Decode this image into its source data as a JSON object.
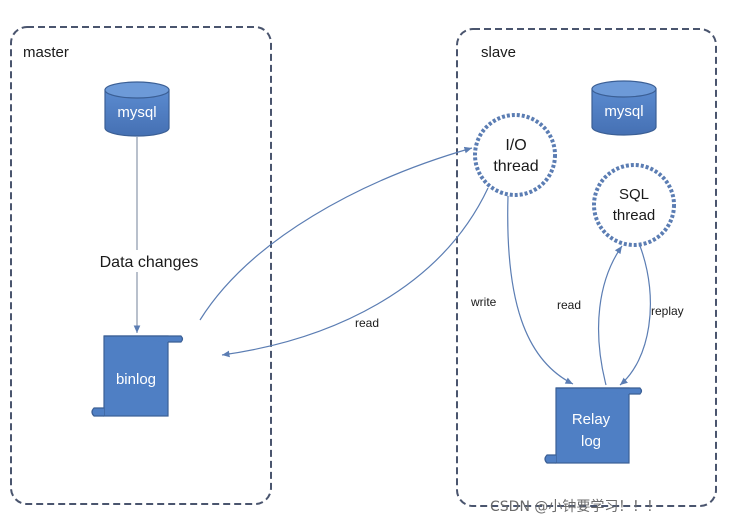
{
  "master": {
    "title": "master",
    "db_label": "mysql",
    "data_changes": "Data changes",
    "binlog_label": "binlog"
  },
  "slave": {
    "title": "slave",
    "db_label": "mysql",
    "io_thread": [
      "I/O",
      "thread"
    ],
    "sql_thread": [
      "SQL",
      "thread"
    ],
    "relay_log": [
      "Relay",
      "log"
    ]
  },
  "arrows": {
    "read_binlog": "read",
    "write": "write",
    "read_relay": "read",
    "replay": "replay"
  },
  "watermark": "CSDN @小钟要学习！！！",
  "colors": {
    "accent_fill": "#4f7fc4",
    "accent_stroke": "#3b5f95",
    "frame": "#4a556e",
    "arrow": "#5b7db3"
  }
}
